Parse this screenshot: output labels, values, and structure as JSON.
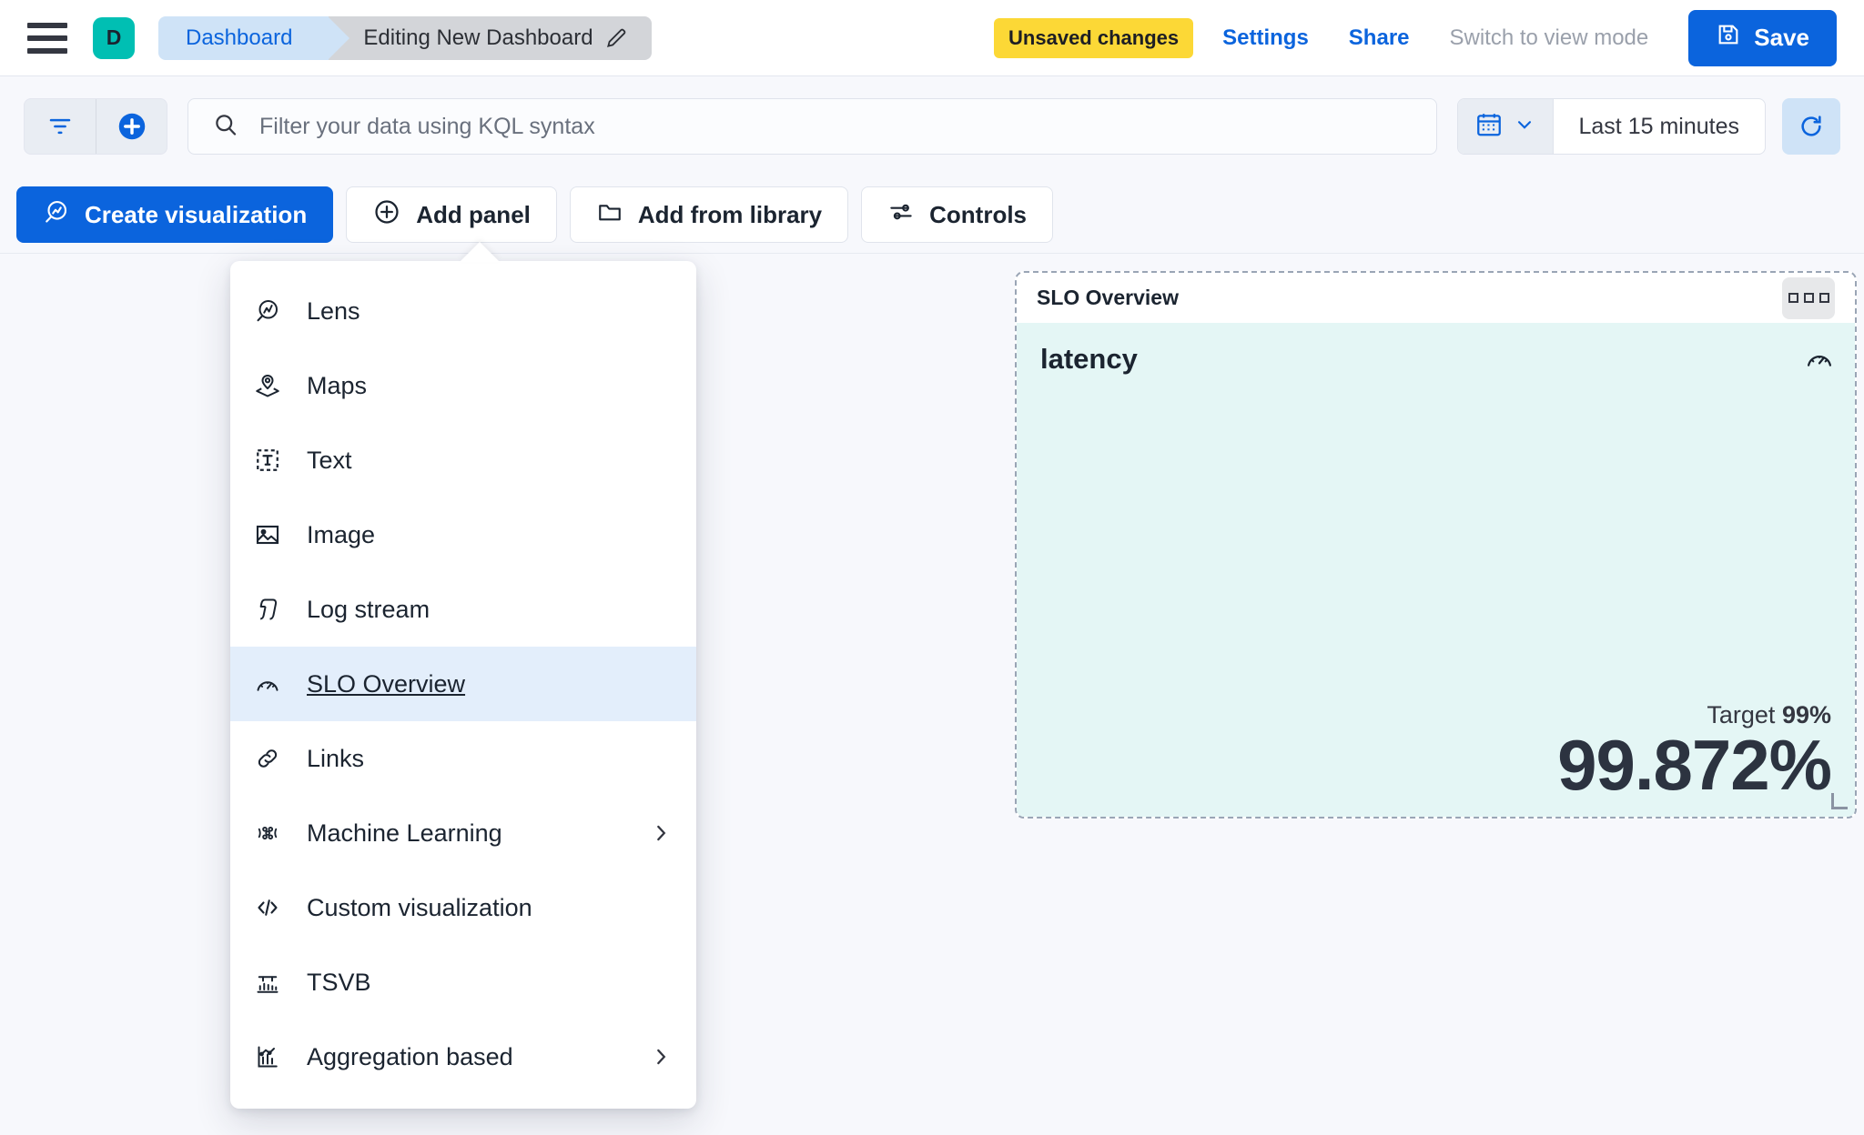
{
  "header": {
    "menu_icon": "hamburger-icon",
    "avatar_letter": "D",
    "breadcrumb_app": "Dashboard",
    "breadcrumb_current": "Editing New Dashboard",
    "edit_icon": "pencil-icon",
    "unsaved_badge": "Unsaved changes",
    "settings_link": "Settings",
    "share_link": "Share",
    "view_mode_link": "Switch to view mode",
    "save_label": "Save",
    "save_icon": "save-disk-icon",
    "colors": {
      "accent_blue": "#0b64dd",
      "avatar_teal": "#00bfb3",
      "warning_yellow": "#fcd836",
      "breadcrumb_blue": "#cfe3f7",
      "breadcrumb_grey": "#d3d5d9"
    }
  },
  "querybar": {
    "filter_icon": "filter-icon",
    "add_filter_icon": "plus-circle-icon",
    "search_icon": "search-icon",
    "search_value": "",
    "search_placeholder": "Filter your data using KQL syntax",
    "calendar_icon": "calendar-icon",
    "calendar_chevron": "chevron-down-icon",
    "time_range": "Last 15 minutes",
    "refresh_icon": "refresh-icon"
  },
  "toolbar": {
    "buttons": [
      {
        "label": "Create visualization",
        "icon": "lens-icon",
        "primary": true
      },
      {
        "label": "Add panel",
        "icon": "plus-circle-outline-icon",
        "primary": false
      },
      {
        "label": "Add from library",
        "icon": "folder-icon",
        "primary": false
      },
      {
        "label": "Controls",
        "icon": "controls-sliders-icon",
        "primary": false
      }
    ]
  },
  "add_panel_menu": {
    "open": true,
    "items": [
      {
        "label": "Lens",
        "icon": "lens-icon",
        "selected": false,
        "submenu": false
      },
      {
        "label": "Maps",
        "icon": "map-marker-layers-icon",
        "selected": false,
        "submenu": false
      },
      {
        "label": "Text",
        "icon": "text-box-icon",
        "selected": false,
        "submenu": false
      },
      {
        "label": "Image",
        "icon": "image-icon",
        "selected": false,
        "submenu": false
      },
      {
        "label": "Log stream",
        "icon": "log-stream-icon",
        "selected": false,
        "submenu": false
      },
      {
        "label": "SLO Overview",
        "icon": "gauge-icon",
        "selected": true,
        "submenu": false
      },
      {
        "label": "Links",
        "icon": "link-icon",
        "selected": false,
        "submenu": false
      },
      {
        "label": "Machine Learning",
        "icon": "machine-learning-icon",
        "selected": false,
        "submenu": true
      },
      {
        "label": "Custom visualization",
        "icon": "code-brackets-icon",
        "selected": false,
        "submenu": false
      },
      {
        "label": "TSVB",
        "icon": "tsvb-chart-icon",
        "selected": false,
        "submenu": false
      },
      {
        "label": "Aggregation based",
        "icon": "aggregation-chart-icon",
        "selected": false,
        "submenu": true
      }
    ],
    "submenu_chevron": "chevron-right-icon"
  },
  "slo_panel": {
    "panel_title": "SLO Overview",
    "context_menu_icon": "more-horizontal-icon",
    "metric_name": "latency",
    "gauge_icon": "gauge-icon",
    "target_label": "Target",
    "target_value": "99%",
    "sli_value": "99.872%",
    "background_color": "#e4f6f5",
    "resize_handle_icon": "resize-corner-icon"
  }
}
